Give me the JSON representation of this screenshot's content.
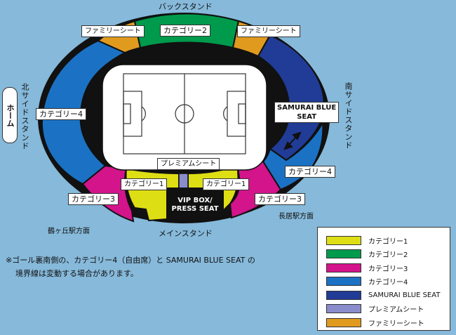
{
  "colors": {
    "background": "#86b9da",
    "cat1": "#dede14",
    "cat2": "#009a4c",
    "cat3": "#d3148a",
    "cat4": "#1b72c4",
    "samurai": "#213c96",
    "premium": "#8a8ccc",
    "family": "#e09a1e",
    "vip": "#111111"
  },
  "stands": {
    "back": "バックスタンド",
    "main": "メインスタンド",
    "north": "北サイドスタンド",
    "south": "南サイドスタンド",
    "home": "ホーム"
  },
  "directions": {
    "tsurugaoka": "鶴ヶ丘駅方面",
    "nagai": "長居駅方面"
  },
  "sections": {
    "family_left": "ファミリーシート",
    "cat2": "カテゴリー2",
    "family_right": "ファミリーシート",
    "samurai_line1": "SAMURAI BLUE",
    "samurai_line2": "SEAT",
    "cat4_left": "カテゴリー4",
    "cat4_right": "カテゴリー4",
    "premium": "プレミアムシート",
    "cat1_left": "カテゴリー1",
    "cat1_right": "カテゴリー1",
    "vip_line1": "VIP BOX/",
    "vip_line2": "PRESS SEAT",
    "cat3_left": "カテゴリー3",
    "cat3_right": "カテゴリー3"
  },
  "note": {
    "line1": "※ゴール裏南側の、カテゴリー4（自由席）と SAMURAI BLUE SEAT の",
    "line2": "境界線は変動する場合があります。"
  },
  "legend": [
    {
      "label": "カテゴリー1",
      "color": "#dede14"
    },
    {
      "label": "カテゴリー2",
      "color": "#009a4c"
    },
    {
      "label": "カテゴリー3",
      "color": "#d3148a"
    },
    {
      "label": "カテゴリー4",
      "color": "#1b72c4"
    },
    {
      "label": "SAMURAI BLUE SEAT",
      "color": "#213c96"
    },
    {
      "label": "プレミアムシート",
      "color": "#8a8ccc"
    },
    {
      "label": "ファミリーシート",
      "color": "#e09a1e"
    }
  ]
}
